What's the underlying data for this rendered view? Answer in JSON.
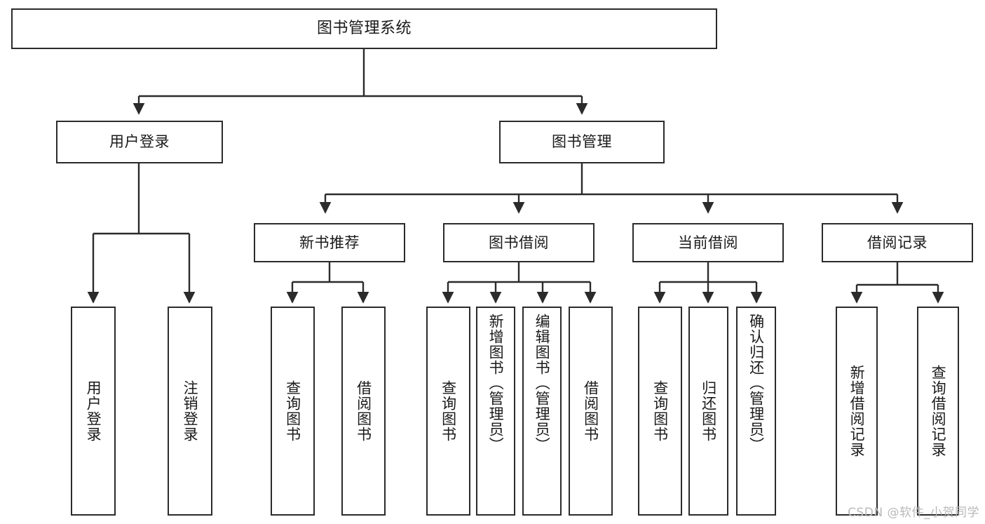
{
  "diagram": {
    "type": "tree",
    "title": "图书管理系统",
    "orientation": "top-down",
    "colors": {
      "box_border": "#2b2b2b",
      "box_fill": "#ffffff",
      "connector": "#2b2b2b",
      "text": "#1a1a1a",
      "watermark": "#b9b9b9"
    },
    "root": {
      "label": "图书管理系统"
    },
    "level2": [
      {
        "label": "用户登录"
      },
      {
        "label": "图书管理"
      }
    ],
    "level3": [
      {
        "label": "新书推荐"
      },
      {
        "label": "图书借阅"
      },
      {
        "label": "当前借阅"
      },
      {
        "label": "借阅记录"
      }
    ],
    "leaves": {
      "user_login": [
        {
          "label": "用户登录"
        },
        {
          "label": "注销登录"
        }
      ],
      "new_book_recommend": [
        {
          "label": "查询图书"
        },
        {
          "label": "借阅图书"
        }
      ],
      "book_borrow": [
        {
          "label": "查询图书"
        },
        {
          "label": "新增图书（管理员）"
        },
        {
          "label": "编辑图书（管理员）"
        },
        {
          "label": "借阅图书"
        }
      ],
      "current_borrow": [
        {
          "label": "查询图书"
        },
        {
          "label": "归还图书"
        },
        {
          "label": "确认归还（管理员）"
        }
      ],
      "borrow_record": [
        {
          "label": "新增借阅记录"
        },
        {
          "label": "查询借阅记录"
        }
      ]
    }
  },
  "watermark": {
    "text": "CSDN @软件_小贺同学"
  }
}
